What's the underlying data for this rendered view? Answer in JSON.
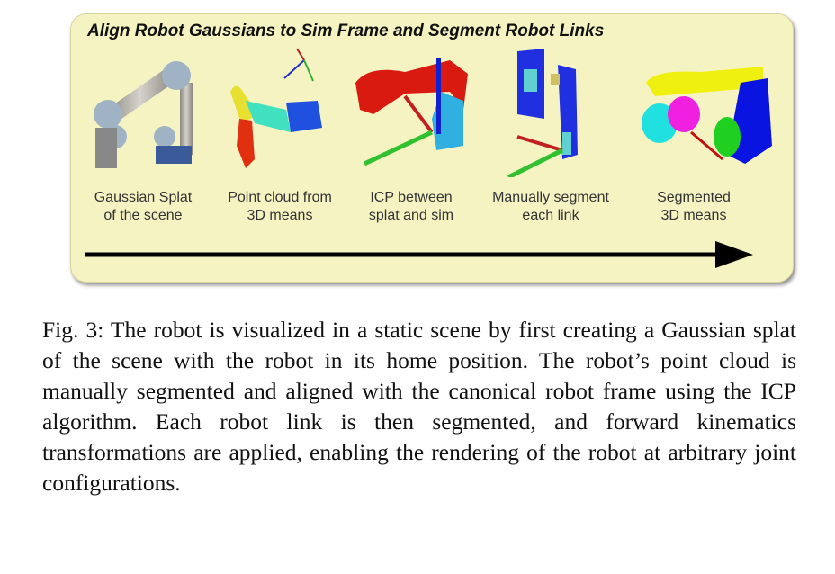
{
  "figure": {
    "panel_title": "Align Robot Gaussians to Sim Frame and Segment Robot Links",
    "steps": [
      {
        "line1": "Gaussian Splat",
        "line2": "of the scene",
        "image": "robot-arm-splat"
      },
      {
        "line1": "Point cloud from",
        "line2": "3D means",
        "image": "point-cloud"
      },
      {
        "line1": "ICP between",
        "line2": "splat and sim",
        "image": "icp-alignment"
      },
      {
        "line1": "Manually segment",
        "line2": "each link",
        "image": "manual-segmentation"
      },
      {
        "line1": "Segmented",
        "line2": "3D means",
        "image": "segmented-links"
      }
    ],
    "caption": "Fig. 3: The robot is visualized in a static scene by first creating a Gaussian splat of the scene with the robot in its home position. The robot’s point cloud is manually segmented and aligned with the canonical robot frame using the ICP algorithm. Each robot link is then segmented, and forward kinematics transformations are applied, enabling the rendering of the robot at arbitrary joint configurations."
  }
}
